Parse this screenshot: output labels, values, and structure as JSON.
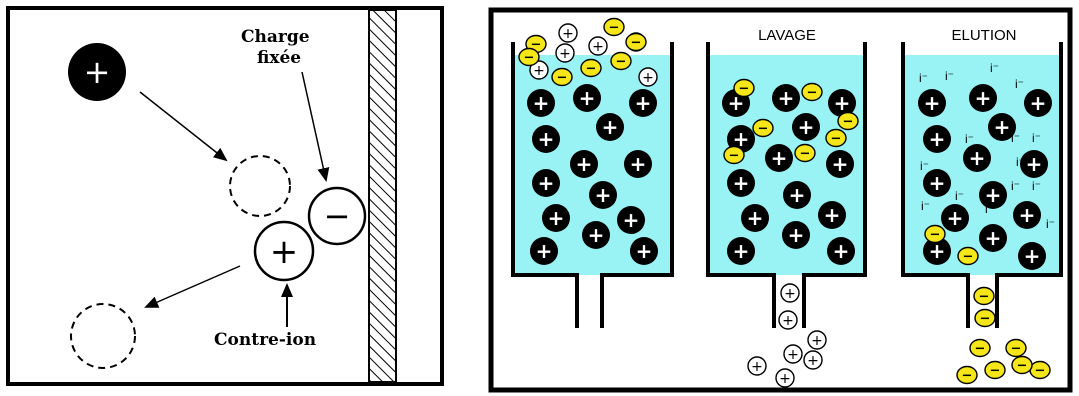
{
  "left_panel": {
    "fixed_charge_label_line1": "Charge",
    "fixed_charge_label_line2": "fixée",
    "counter_ion_label": "Contre-ion",
    "positive_symbol": "+",
    "negative_symbol": "−"
  },
  "right_panel": {
    "column_wash_title": "LAVAGE",
    "column_elution_title": "ELUTION",
    "iodide_label": "i⁻",
    "positive_symbol": "+",
    "negative_symbol": "−"
  },
  "colors": {
    "resin_fluid": "#99f3f5",
    "anion_yellow": "#f5e61a",
    "bead_black": "#000000",
    "hatch": "#000000"
  }
}
